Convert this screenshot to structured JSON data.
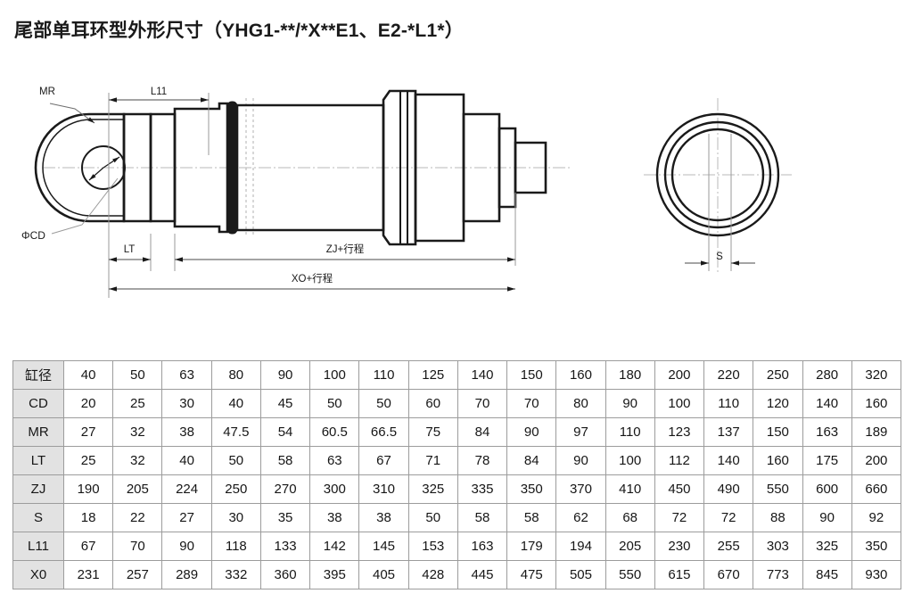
{
  "title": "尾部单耳环型外形尺寸（YHG1-**/*X**E1、E2-*L1*）",
  "drawing": {
    "labels": {
      "mr": "MR",
      "cd": "ΦCD",
      "l11": "L11",
      "lt": "LT",
      "zj": "ZJ+行程",
      "xo": "XO+行程",
      "s": "S"
    }
  },
  "table": {
    "rows": [
      {
        "label": "缸径",
        "values": [
          "40",
          "50",
          "63",
          "80",
          "90",
          "100",
          "110",
          "125",
          "140",
          "150",
          "160",
          "180",
          "200",
          "220",
          "250",
          "280",
          "320"
        ]
      },
      {
        "label": "CD",
        "values": [
          "20",
          "25",
          "30",
          "40",
          "45",
          "50",
          "50",
          "60",
          "70",
          "70",
          "80",
          "90",
          "100",
          "110",
          "120",
          "140",
          "160"
        ]
      },
      {
        "label": "MR",
        "values": [
          "27",
          "32",
          "38",
          "47.5",
          "54",
          "60.5",
          "66.5",
          "75",
          "84",
          "90",
          "97",
          "110",
          "123",
          "137",
          "150",
          "163",
          "189"
        ]
      },
      {
        "label": "LT",
        "values": [
          "25",
          "32",
          "40",
          "50",
          "58",
          "63",
          "67",
          "71",
          "78",
          "84",
          "90",
          "100",
          "112",
          "140",
          "160",
          "175",
          "200"
        ]
      },
      {
        "label": "ZJ",
        "values": [
          "190",
          "205",
          "224",
          "250",
          "270",
          "300",
          "310",
          "325",
          "335",
          "350",
          "370",
          "410",
          "450",
          "490",
          "550",
          "600",
          "660"
        ]
      },
      {
        "label": "S",
        "values": [
          "18",
          "22",
          "27",
          "30",
          "35",
          "38",
          "38",
          "50",
          "58",
          "58",
          "62",
          "68",
          "72",
          "72",
          "88",
          "90",
          "92"
        ]
      },
      {
        "label": "L11",
        "values": [
          "67",
          "70",
          "90",
          "118",
          "133",
          "142",
          "145",
          "153",
          "163",
          "179",
          "194",
          "205",
          "230",
          "255",
          "303",
          "325",
          "350"
        ]
      },
      {
        "label": "X0",
        "values": [
          "231",
          "257",
          "289",
          "332",
          "360",
          "395",
          "405",
          "428",
          "445",
          "475",
          "505",
          "550",
          "615",
          "670",
          "773",
          "845",
          "930"
        ]
      }
    ]
  }
}
